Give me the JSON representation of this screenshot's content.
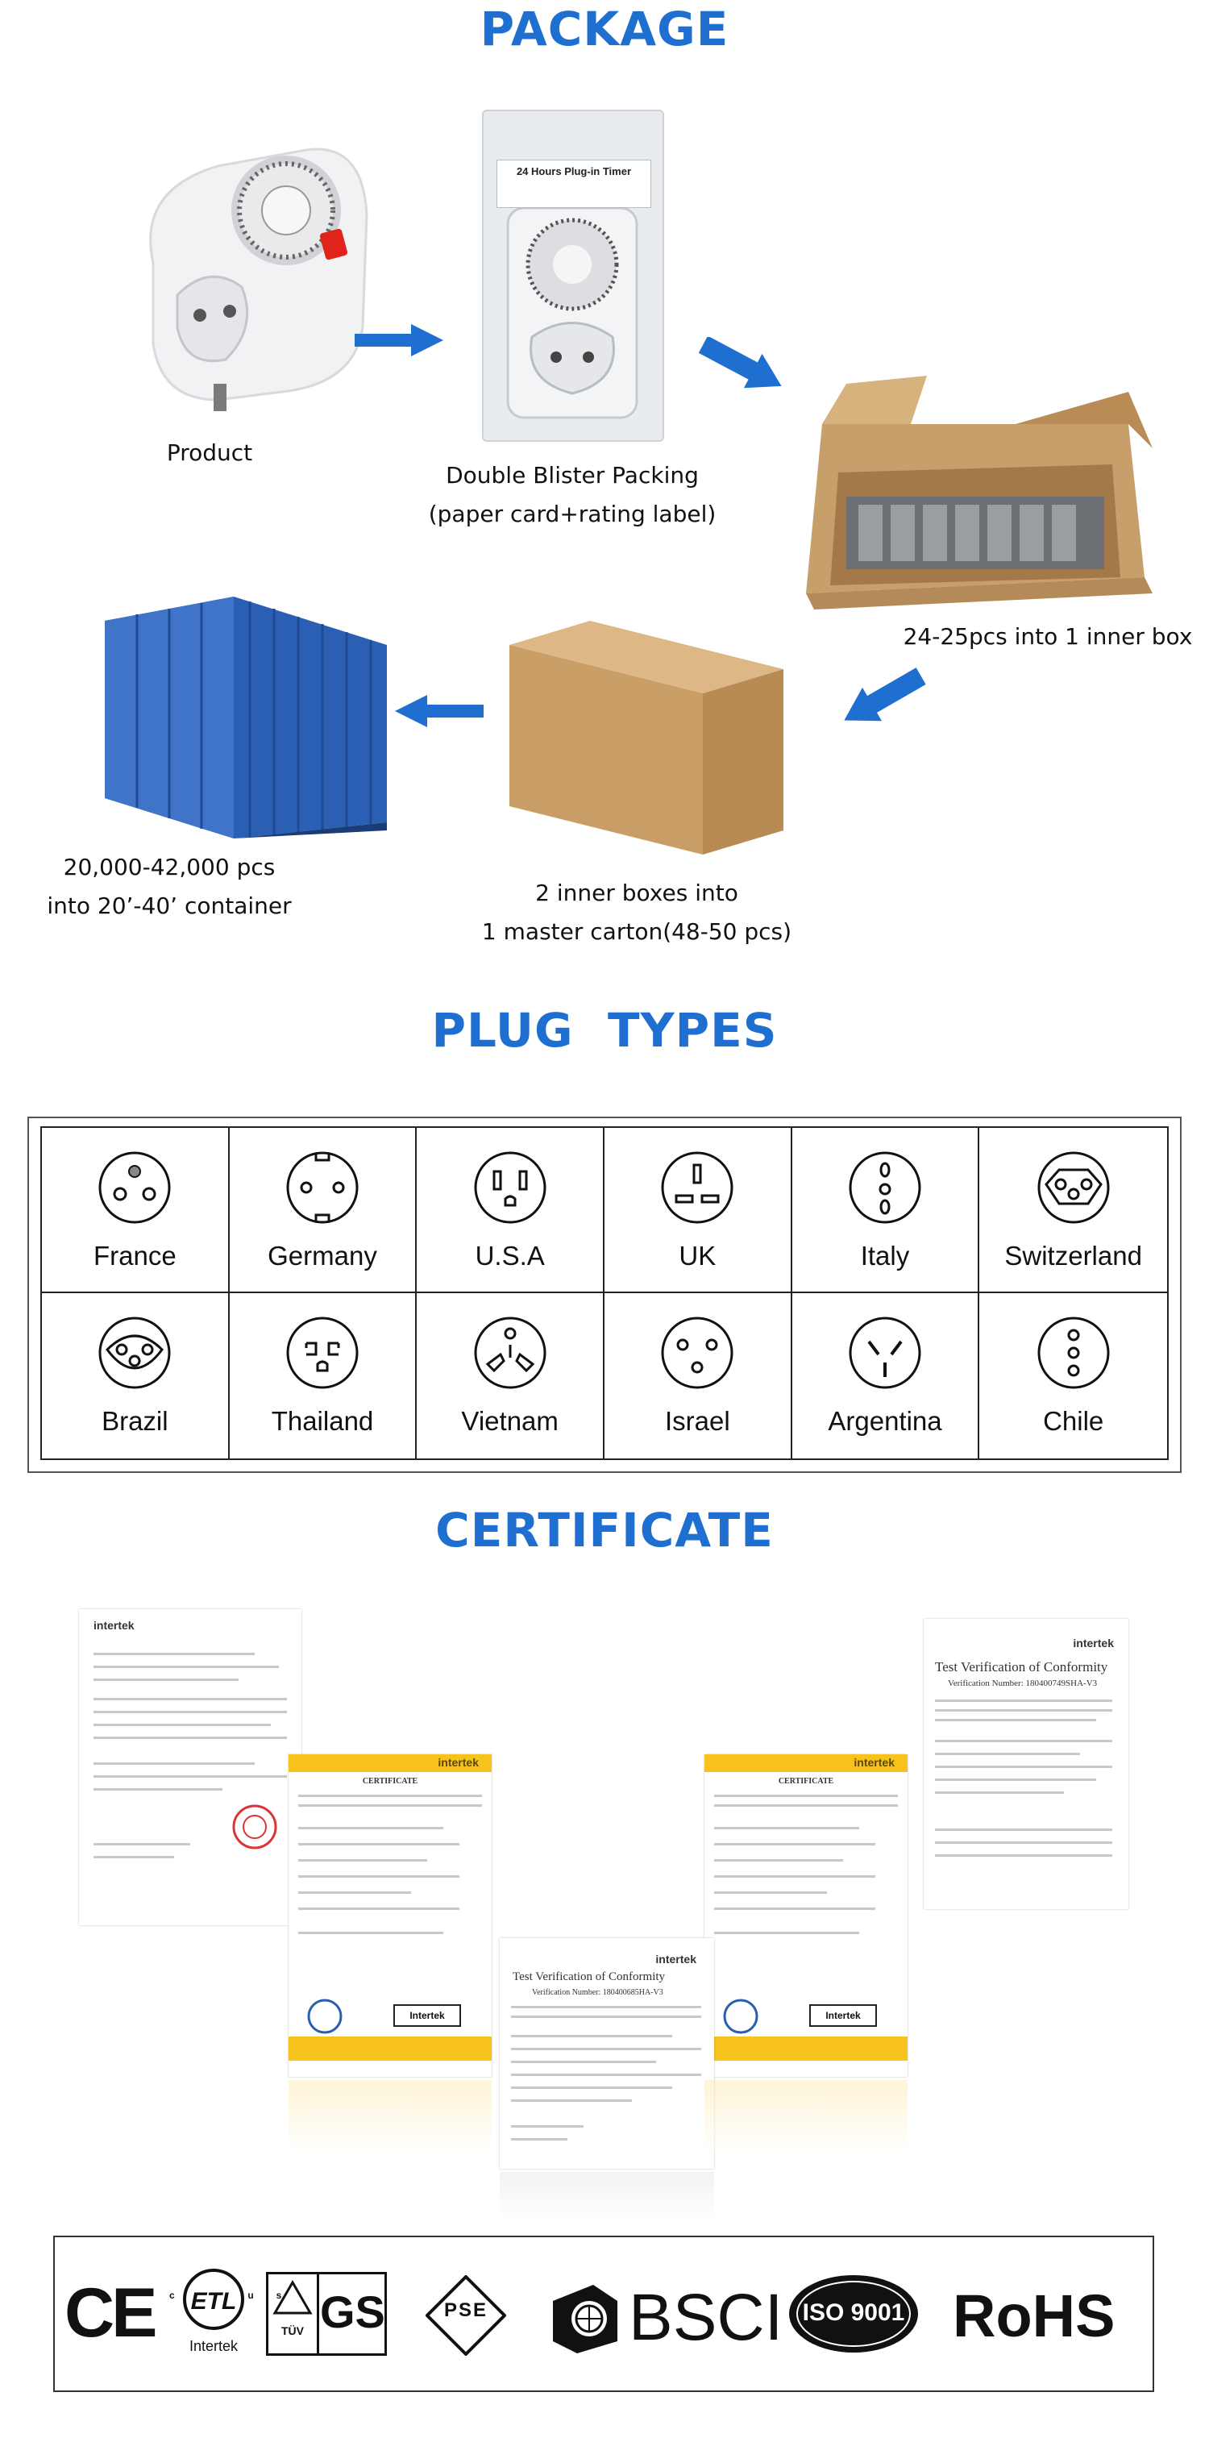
{
  "package": {
    "heading": "PACKAGE",
    "steps": {
      "product": "Product",
      "blister_line1": "Double Blister Packing",
      "blister_line2": "(paper card+rating label)",
      "inner_box": "24-25pcs into 1 inner box",
      "carton_line1": "2 inner boxes into",
      "carton_line2": "1 master carton(48-50 pcs)",
      "container_line1": "20,000-42,000 pcs",
      "container_line2": "into 20’-40’ container"
    },
    "blister_card_title": "24 Hours Plug-in Timer",
    "arrow_color": "#1e6fd0"
  },
  "plug_types": {
    "heading": "PLUG  TYPES",
    "countries": [
      "France",
      "Germany",
      "U.S.A",
      "UK",
      "Italy",
      "Switzerland",
      "Brazil",
      "Thailand",
      "Vietnam",
      "Israel",
      "Argentina",
      "Chile"
    ]
  },
  "certificate": {
    "heading": "CERTIFICATE",
    "brand": "intertek",
    "card_label": "CERTIFICATE",
    "verification_title": "Test Verification of Conformity",
    "verification_number_center": "Verification Number: 180400685HA-V3",
    "verification_number_right": "Verification Number: 180400749SHA-V3",
    "gs_label": "Intertek"
  },
  "marks": {
    "ce": "CE",
    "etl_intertek": "Intertek",
    "etl_sub": "c  us",
    "gs": "GS",
    "tuv": "TÜV",
    "pse": "PSE",
    "bsci": "BSCI",
    "iso": "ISO 9001",
    "rohs": "RoHS"
  }
}
